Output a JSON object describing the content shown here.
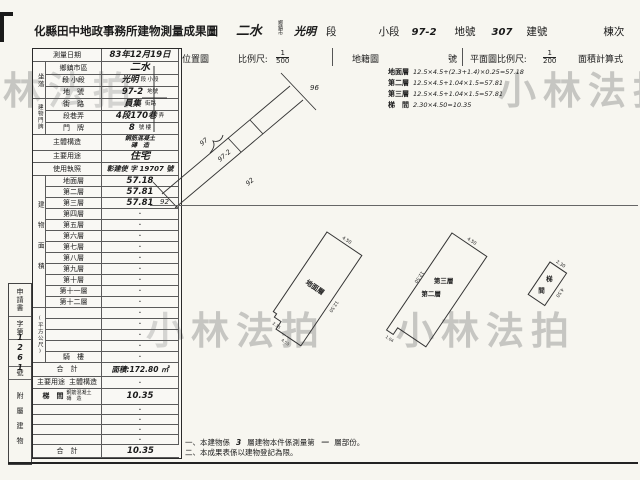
{
  "watermark": {
    "text": "小林法拍",
    "color": "#8a8a8a"
  },
  "header": {
    "title": "化縣田中地政事務所建物測量成果圖",
    "office": "二水",
    "township_label": "鄉鎮市",
    "section_value": "光明",
    "section_label": "段",
    "subsection_label": "小段",
    "parcel_value": "97-2",
    "parcel_label": "地號",
    "building_no_value": "307",
    "building_no_label": "建號",
    "building_seq_label": "棟次"
  },
  "info": {
    "survey_date_label": "測量日期",
    "survey_date_value": "83年12月19日",
    "group_location": "坐落",
    "group_address": "建物門牌",
    "group_area": "建物面積",
    "group_area_unit": "(平方公尺)",
    "township_label": "鄉鎮市區",
    "township_value": "二水",
    "section_label": "段 小段",
    "section_value": "光明",
    "section_suffix": "段 小段",
    "parcel_label": "地　號",
    "parcel_value": "97-2",
    "parcel_suffix": "地號",
    "street_label": "街　路",
    "street_value": "員集",
    "street_suffix": "街路",
    "lane_label": "段巷弄",
    "lane_value": "4段170巷",
    "lane_suffix": "弄",
    "door_label": "門　牌",
    "door_value": "8",
    "door_suffix": "號 樓",
    "structure_label": "主體構造",
    "structure_value_line1": "鋼筋混凝土",
    "structure_value_line2": "磚　造",
    "use_label": "主要用途",
    "use_value": "住宅",
    "license_label": "使用執照",
    "license_value": "彰建使 字 19707 號",
    "floors": [
      {
        "label": "地面層",
        "value": "57.18"
      },
      {
        "label": "第二層",
        "value": "57.81"
      },
      {
        "label": "第三層",
        "value": "57.81"
      },
      {
        "label": "第四層",
        "value": "·"
      },
      {
        "label": "第五層",
        "value": "·"
      },
      {
        "label": "第六層",
        "value": "·"
      },
      {
        "label": "第七層",
        "value": "·"
      },
      {
        "label": "第八層",
        "value": "·"
      },
      {
        "label": "第九層",
        "value": "·"
      },
      {
        "label": "第十層",
        "value": "·"
      },
      {
        "label": "第十一層",
        "value": "·"
      },
      {
        "label": "第十二層",
        "value": "·"
      }
    ],
    "blank_rows": [
      {
        "value": "·"
      },
      {
        "value": "·"
      },
      {
        "value": "·"
      },
      {
        "value": "·"
      }
    ],
    "arcade_label": "騎　樓",
    "arcade_value": "·",
    "total_label": "合　計",
    "total_value": "面積:172.80 ㎡",
    "attach_header_use": "主要用途",
    "attach_header_structure": "主體構造",
    "attach_header_value": "·",
    "attach_use": "梯　間",
    "attach_structure_line1": "鋼筋混凝土",
    "attach_structure_line2": "磚　造",
    "attach_area": "10.35",
    "attach_blanks": [
      {
        "value": "·"
      },
      {
        "value": "·"
      },
      {
        "value": "·"
      },
      {
        "value": "·"
      }
    ],
    "attach_total_label": "合　計",
    "attach_total_value": "10.35"
  },
  "margin": {
    "application": "申請書",
    "zi_di": "字第",
    "number": "1261",
    "hao": "號",
    "attachment": "附屬建物"
  },
  "scales": {
    "location_title": "位置圖",
    "scale_label": "比例尺:",
    "location_num": "1",
    "location_den": "500",
    "cadastral_label": "地籍圖",
    "cadastral_suffix": "號",
    "plan_scale_label": "平面圖比例尺:",
    "plan_num": "1",
    "plan_den": "200",
    "formula_title": "面積計算式",
    "formulas": [
      {
        "name": "地面層",
        "expr": "12.5×4.5+(2.3+1.4)×0.25=57.18"
      },
      {
        "name": "第二層",
        "expr": "12.5×4.5+1.04×1.5=57.81"
      },
      {
        "name": "第三層",
        "expr": "12.5×4.5+1.04×1.5=57.81"
      },
      {
        "name": "梯　間",
        "expr": "2.30×4.50=10.35"
      }
    ]
  },
  "location_map": {
    "label_96": "96",
    "label_97": "97",
    "label_97_2": "97-2",
    "label_92a": "92",
    "label_92b": "92"
  },
  "plans": {
    "ground": {
      "name": "地面層",
      "dim_top": "4.50",
      "dim_side": "12.50",
      "dim_notch": "2.35",
      "dim_bottom": "4.55"
    },
    "upper": {
      "name_line1": "第三層",
      "name_line2": "第二層",
      "dim_top": "4.50",
      "dim_side": "12.50",
      "dim_notch": "1.04"
    },
    "stair": {
      "name_char1": "梯",
      "name_char2": "間",
      "dim_a": "2.30",
      "dim_b": "4.50"
    }
  },
  "notes": {
    "line1_pre": "一、本建物係",
    "line1_fill1": "3",
    "line1_mid": "層建物本件係測量第",
    "line1_fill2": "一",
    "line1_post": "層部份。",
    "line2": "二、本成果表係以建物登記為限。"
  }
}
